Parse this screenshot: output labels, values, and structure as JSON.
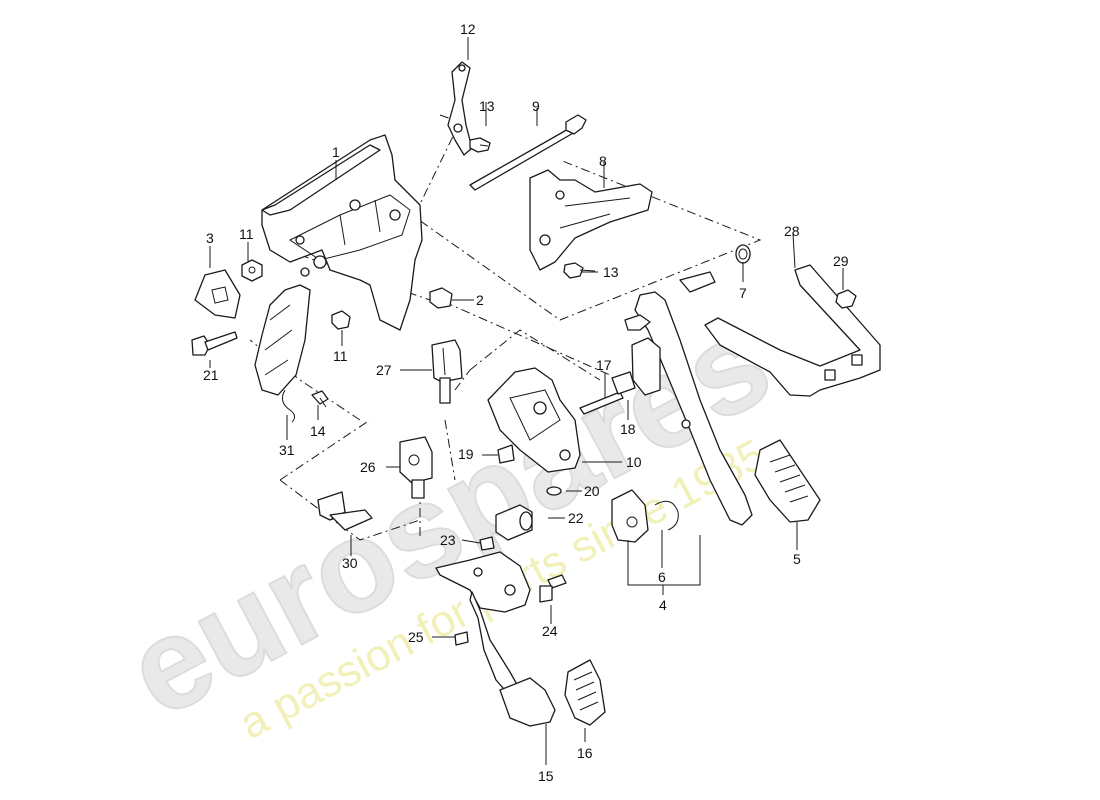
{
  "watermark": {
    "brand": "eurospares",
    "tagline": "a passion for parts since 1985",
    "tagline_color": "#f1f0b8"
  },
  "callouts": {
    "p1": "1",
    "p2": "2",
    "p3": "3",
    "p4": "4",
    "p5": "5",
    "p6": "6",
    "p7": "7",
    "p8": "8",
    "p9": "9",
    "p10": "10",
    "p11a": "11",
    "p11b": "11",
    "p12": "12",
    "p13a": "13",
    "p13b": "13",
    "p14": "14",
    "p15": "15",
    "p16": "16",
    "p17": "17",
    "p18": "18",
    "p19": "19",
    "p20": "20",
    "p21": "21",
    "p22": "22",
    "p23": "23",
    "p24": "24",
    "p25": "25",
    "p26": "26",
    "p27": "27",
    "p28": "28",
    "p29": "29",
    "p30": "30",
    "p31": "31"
  }
}
